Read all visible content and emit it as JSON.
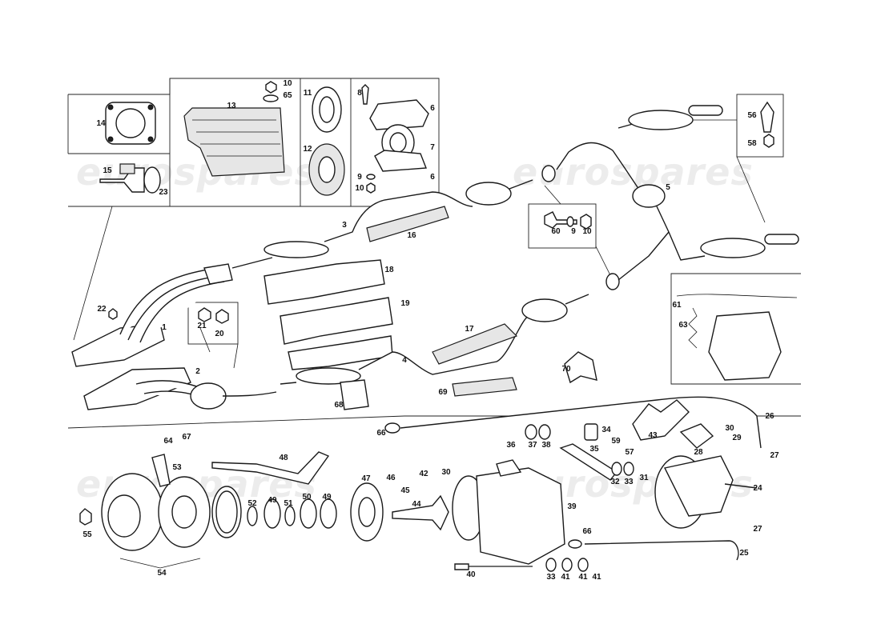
{
  "watermark": {
    "text": "eurospares"
  },
  "callouts": {
    "n1": "1",
    "n2": "2",
    "n3": "3",
    "n4": "4",
    "n5": "5",
    "n6": "6",
    "n6b": "6",
    "n7": "7",
    "n8": "8",
    "n9": "9",
    "n9b": "9",
    "n10": "10",
    "n10b": "10",
    "n10c": "10",
    "n11": "11",
    "n12": "12",
    "n13": "13",
    "n14": "14",
    "n15": "15",
    "n16": "16",
    "n17": "17",
    "n18": "18",
    "n19": "19",
    "n20": "20",
    "n21": "21",
    "n22": "22",
    "n23": "23",
    "n24": "24",
    "n25": "25",
    "n26": "26",
    "n27": "27",
    "n27b": "27",
    "n28": "28",
    "n29": "29",
    "n30": "30",
    "n30b": "30",
    "n31": "31",
    "n32": "32",
    "n33": "33",
    "n33b": "33",
    "n34": "34",
    "n35": "35",
    "n36": "36",
    "n37": "37",
    "n38": "38",
    "n39": "39",
    "n40": "40",
    "n41": "41",
    "n41b": "41",
    "n41c": "41",
    "n42": "42",
    "n43": "43",
    "n44": "44",
    "n45": "45",
    "n46": "46",
    "n47": "47",
    "n48": "48",
    "n49": "49",
    "n49b": "49",
    "n50": "50",
    "n51": "51",
    "n52": "52",
    "n53": "53",
    "n54": "54",
    "n55": "55",
    "n56": "56",
    "n57": "57",
    "n58": "58",
    "n59": "59",
    "n60": "60",
    "n61": "61",
    "n63": "63",
    "n64": "64",
    "n65": "65",
    "n66": "66",
    "n66b": "66",
    "n67": "67",
    "n68": "68",
    "n69": "69",
    "n70": "70"
  }
}
